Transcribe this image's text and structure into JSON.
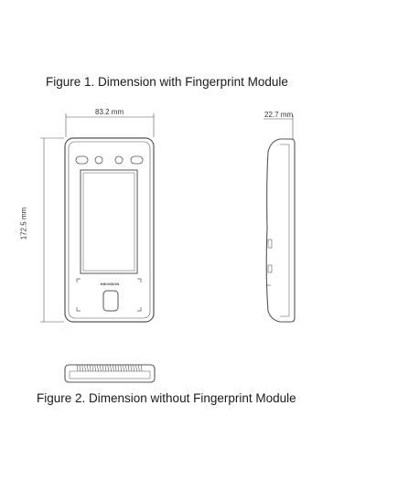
{
  "figure1": {
    "caption": "Figure 1. Dimension with Fingerprint Module",
    "width_label": "83.2 mm",
    "depth_label": "22.7 mm",
    "height_label": "172.5 mm",
    "brand_logo": "HIKVISION"
  },
  "figure2": {
    "caption": "Figure 2. Dimension without Fingerprint Module"
  },
  "colors": {
    "line": "#555555",
    "background": "#ffffff"
  }
}
